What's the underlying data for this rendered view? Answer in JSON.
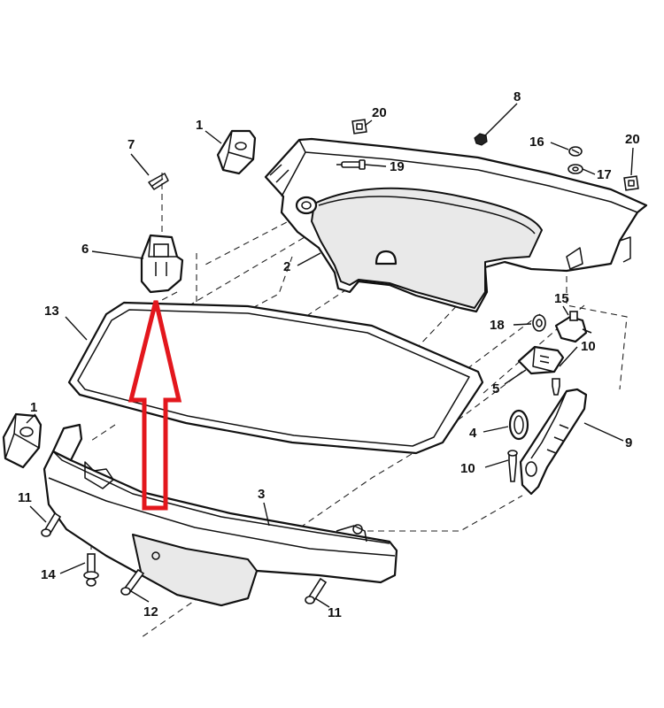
{
  "diagram": {
    "callouts": [
      {
        "id": "c1a",
        "label": "1"
      },
      {
        "id": "c1b",
        "label": "1"
      },
      {
        "id": "c2",
        "label": "2"
      },
      {
        "id": "c3",
        "label": "3"
      },
      {
        "id": "c4",
        "label": "4"
      },
      {
        "id": "c5",
        "label": "5"
      },
      {
        "id": "c6",
        "label": "6"
      },
      {
        "id": "c7",
        "label": "7"
      },
      {
        "id": "c8",
        "label": "8"
      },
      {
        "id": "c9",
        "label": "9"
      },
      {
        "id": "c10a",
        "label": "10"
      },
      {
        "id": "c10b",
        "label": "10"
      },
      {
        "id": "c11a",
        "label": "11"
      },
      {
        "id": "c11b",
        "label": "11"
      },
      {
        "id": "c12",
        "label": "12"
      },
      {
        "id": "c13",
        "label": "13"
      },
      {
        "id": "c14",
        "label": "14"
      },
      {
        "id": "c15",
        "label": "15"
      },
      {
        "id": "c16",
        "label": "16"
      },
      {
        "id": "c17",
        "label": "17"
      },
      {
        "id": "c18",
        "label": "18"
      },
      {
        "id": "c19",
        "label": "19"
      },
      {
        "id": "c20a",
        "label": "20"
      },
      {
        "id": "c20b",
        "label": "20"
      }
    ],
    "highlight": {
      "color": "#e3171d"
    },
    "colors": {
      "line": "#111111",
      "background": "#ffffff"
    }
  }
}
